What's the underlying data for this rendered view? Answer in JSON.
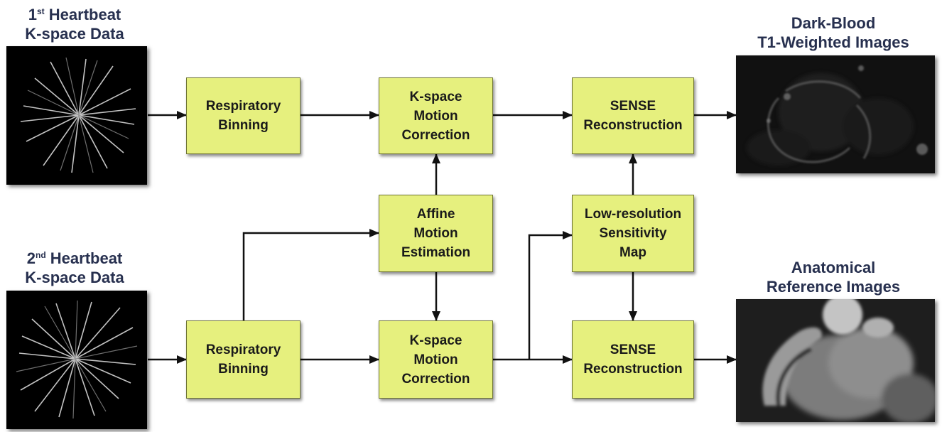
{
  "titles": {
    "hb1": {
      "ordinal": "1",
      "suffix": "st",
      "line1_rest": " Heartbeat",
      "line2": "K-space Data"
    },
    "hb2": {
      "ordinal": "2",
      "suffix": "nd",
      "line1_rest": " Heartbeat",
      "line2": "K-space Data"
    },
    "dark_blood": {
      "line1": "Dark-Blood",
      "line2": "T1-Weighted Images"
    },
    "anatomical": {
      "line1": "Anatomical",
      "line2": "Reference Images"
    }
  },
  "blocks": {
    "resp1": [
      "Respiratory",
      "Binning"
    ],
    "kmc1": [
      "K-space",
      "Motion",
      "Correction"
    ],
    "sense1": [
      "SENSE",
      "Reconstruction"
    ],
    "affine": [
      "Affine",
      "Motion",
      "Estimation"
    ],
    "lowres": [
      "Low-resolution",
      "Sensitivity",
      "Map"
    ],
    "resp2": [
      "Respiratory",
      "Binning"
    ],
    "kmc2": [
      "K-space",
      "Motion",
      "Correction"
    ],
    "sense2": [
      "SENSE",
      "Reconstruction"
    ]
  },
  "images": {
    "kspace1": "radial-kspace-spokes",
    "kspace2": "radial-kspace-spokes",
    "dark_blood": "dark-blood-t1-cardiac-image",
    "anatomical": "anatomical-reference-cardiac-image"
  },
  "colors": {
    "block_fill": "#e6f07e",
    "title_text": "#27304f",
    "arrow": "#111111"
  }
}
